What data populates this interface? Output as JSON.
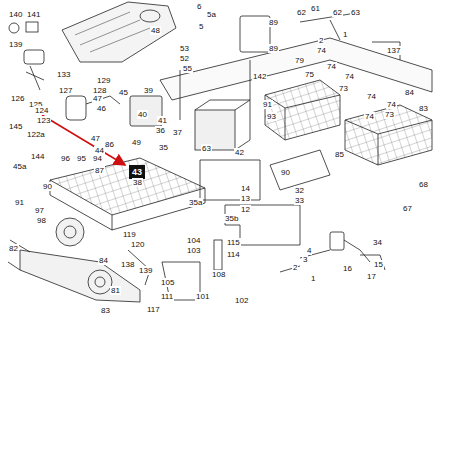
{
  "diagram": {
    "nodes": [
      {
        "text": [
          "43"
        ]
      }
    ],
    "labels": [
      "140",
      "141",
      "6",
      "5a",
      "5",
      "48",
      "89",
      "62",
      "61",
      "62",
      "63",
      "2",
      "1",
      "137",
      "139",
      "53",
      "52",
      "55",
      "89",
      "79",
      "74",
      "74",
      "75",
      "133",
      "129",
      "128",
      "127",
      "142",
      "126",
      "125",
      "47",
      "46",
      "45",
      "39",
      "40",
      "124",
      "123",
      "41",
      "36",
      "37",
      "35",
      "91",
      "93",
      "84",
      "83",
      "74",
      "74",
      "73",
      "74",
      "73",
      "74",
      "145",
      "122a",
      "45a",
      "144",
      "96",
      "95",
      "94",
      "87",
      "86",
      "44",
      "47",
      "49",
      "38",
      "35a",
      "91",
      "90",
      "97",
      "98",
      "82",
      "84",
      "119",
      "120",
      "104",
      "103",
      "115",
      "114",
      "33",
      "32",
      "90",
      "85",
      "68",
      "67",
      "35b",
      "14",
      "13",
      "12",
      "63",
      "42",
      "34",
      "4",
      "3",
      "2",
      "17",
      "16",
      "15",
      "108",
      "101",
      "102",
      "105",
      "111",
      "138",
      "139",
      "117",
      "81",
      "83",
      "1"
    ]
  }
}
